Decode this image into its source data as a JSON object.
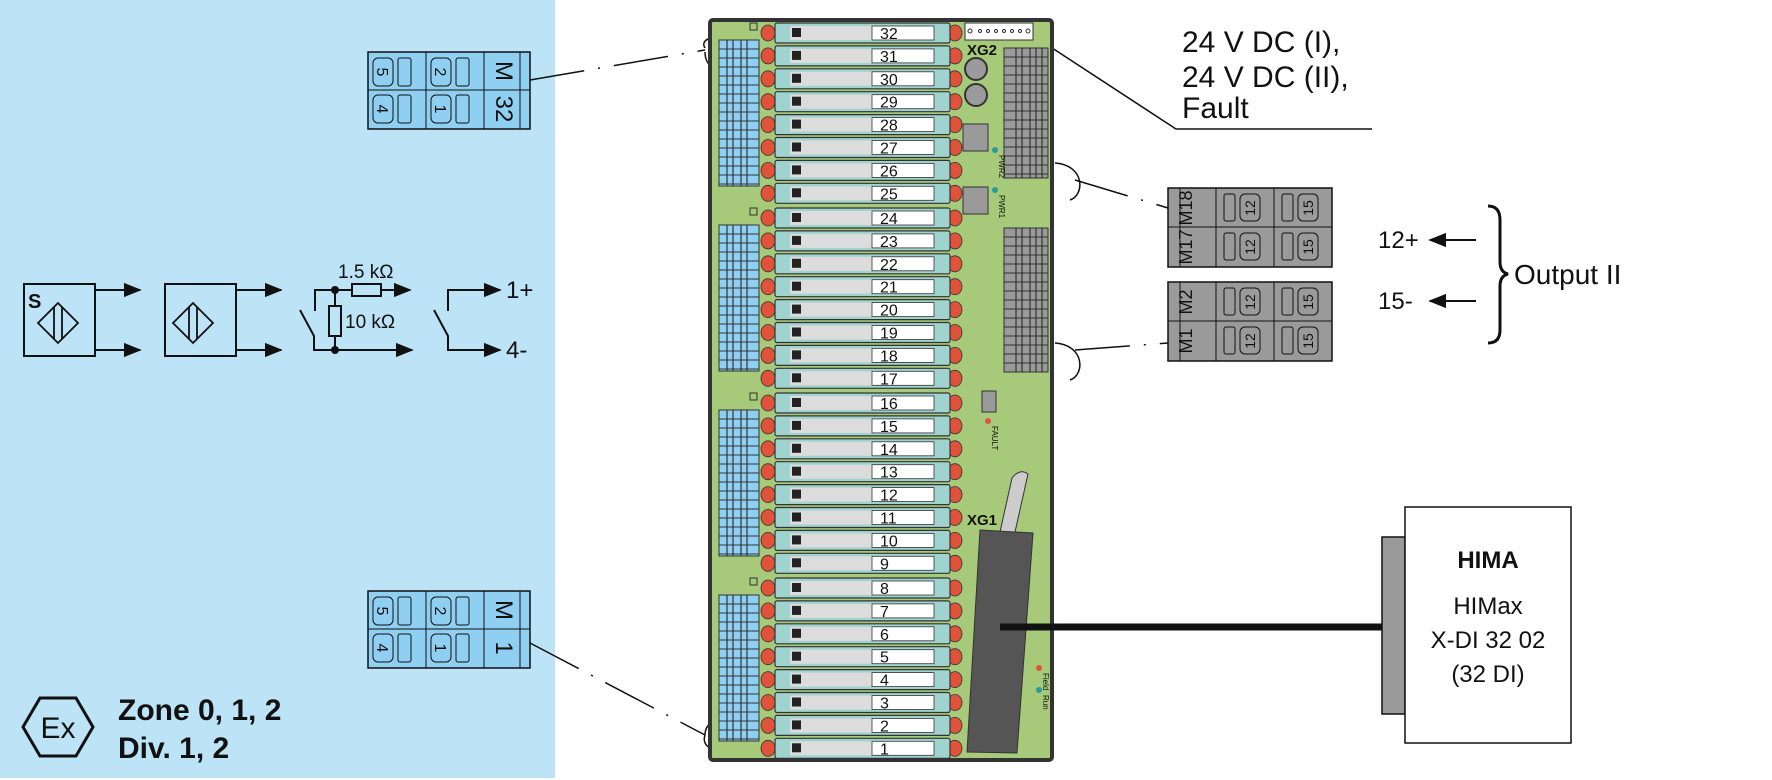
{
  "hazardous_area": {
    "zone_label": "Zone 0, 1, 2",
    "division_label": "Div. 1, 2",
    "ex_symbol": "Ex",
    "panel_color": "#bde3f7"
  },
  "field_terminal_top": {
    "module": "M",
    "number": "32",
    "terminals": [
      "5",
      "4",
      "2",
      "1"
    ]
  },
  "field_terminal_bottom": {
    "module": "M",
    "number": "1",
    "terminals": [
      "5",
      "4",
      "2",
      "1"
    ]
  },
  "sensor_symbols": {
    "sensor_s_label": "S",
    "resistor_series": "1.5 kΩ",
    "resistor_parallel": "10 kΩ",
    "terminal_plus": "1+",
    "terminal_minus": "4-"
  },
  "board": {
    "connector_xg2": "XG2",
    "connector_xg1": "XG1",
    "led_pwr2": "PWR2",
    "led_pwr1": "PWR1",
    "led_fault": "FAULT",
    "led_field": "Field",
    "led_run": "Run",
    "modules": [
      "32",
      "31",
      "30",
      "29",
      "28",
      "27",
      "26",
      "25",
      "24",
      "23",
      "22",
      "21",
      "20",
      "19",
      "18",
      "17",
      "16",
      "15",
      "14",
      "13",
      "12",
      "11",
      "10",
      "9",
      "8",
      "7",
      "6",
      "5",
      "4",
      "3",
      "2",
      "1"
    ],
    "colors": {
      "board": "#a6c97a",
      "module": "#9fd3d0",
      "cap": "#e0533a",
      "terminal_blue": "#8fd0f2",
      "terminal_gray": "#9a9a9a",
      "connector": "#555555"
    }
  },
  "power_label": {
    "lines": [
      "24 V DC (I),",
      "24 V DC (II),",
      "Fault"
    ]
  },
  "output_terminals": {
    "block_upper": {
      "modules": [
        "M18",
        "M17"
      ],
      "terminals": [
        "12",
        "15"
      ]
    },
    "block_lower": {
      "modules": [
        "M2",
        "M1"
      ],
      "terminals": [
        "12",
        "15"
      ]
    },
    "plus_label": "12+",
    "minus_label": "15-",
    "group_label": "Output II"
  },
  "controller": {
    "brand": "HIMA",
    "model_line1": "HIMax",
    "model_line2": "X-DI 32 02",
    "model_line3": "(32 DI)"
  }
}
